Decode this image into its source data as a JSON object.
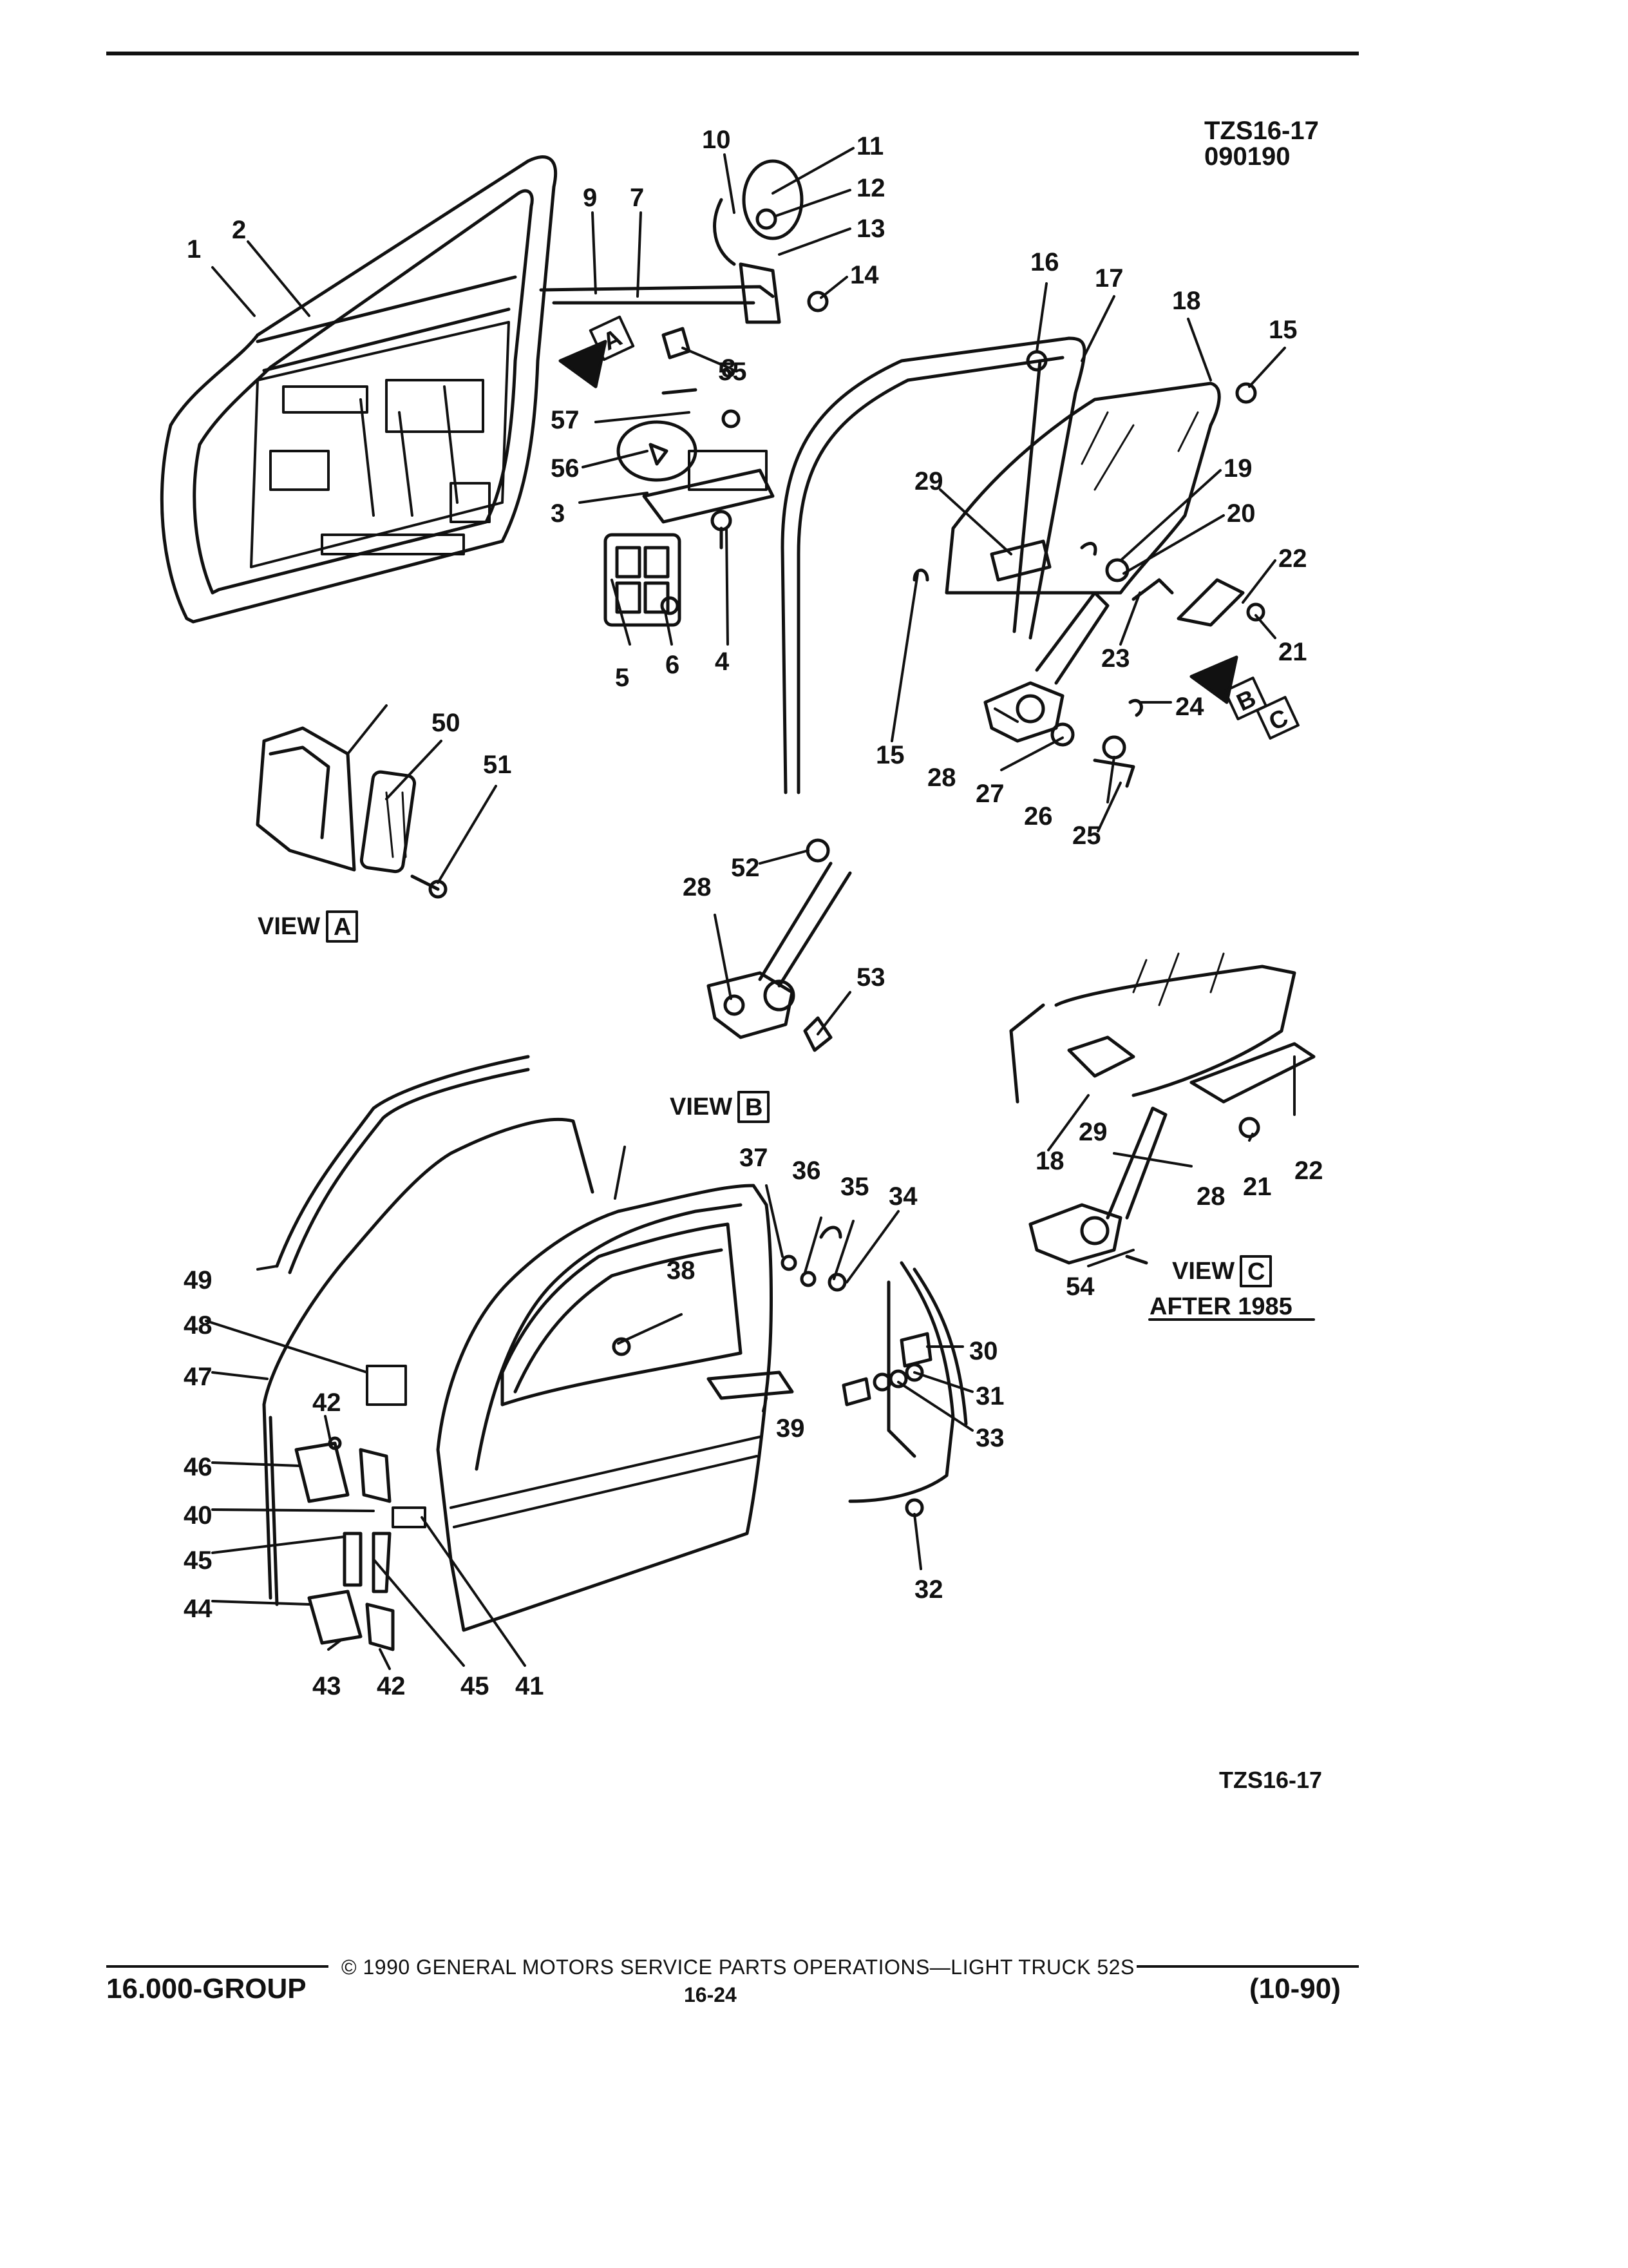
{
  "header": {
    "figure_code": "TZS16-17",
    "figure_date": "090190"
  },
  "view_labels": {
    "view": "VIEW",
    "a": "A",
    "b": "B",
    "c": "C",
    "after": "AFTER 1985"
  },
  "callouts": [
    "1",
    "2",
    "3",
    "4",
    "5",
    "6",
    "7",
    "8",
    "9",
    "10",
    "11",
    "12",
    "13",
    "14",
    "15",
    "16",
    "17",
    "18",
    "19",
    "20",
    "21",
    "22",
    "23",
    "24",
    "25",
    "26",
    "27",
    "28",
    "29",
    "30",
    "31",
    "32",
    "33",
    "34",
    "35",
    "36",
    "37",
    "38",
    "39",
    "40",
    "41",
    "42",
    "43",
    "44",
    "45",
    "46",
    "47",
    "48",
    "49",
    "50",
    "51",
    "52",
    "53",
    "54",
    "55",
    "56",
    "57"
  ],
  "footer": {
    "figure_code": "TZS16-17",
    "copyright": "© 1990 GENERAL MOTORS SERVICE PARTS OPERATIONS—LIGHT TRUCK 52S",
    "group": "16.000-GROUP",
    "page": "16-24",
    "date": "(10-90)"
  }
}
